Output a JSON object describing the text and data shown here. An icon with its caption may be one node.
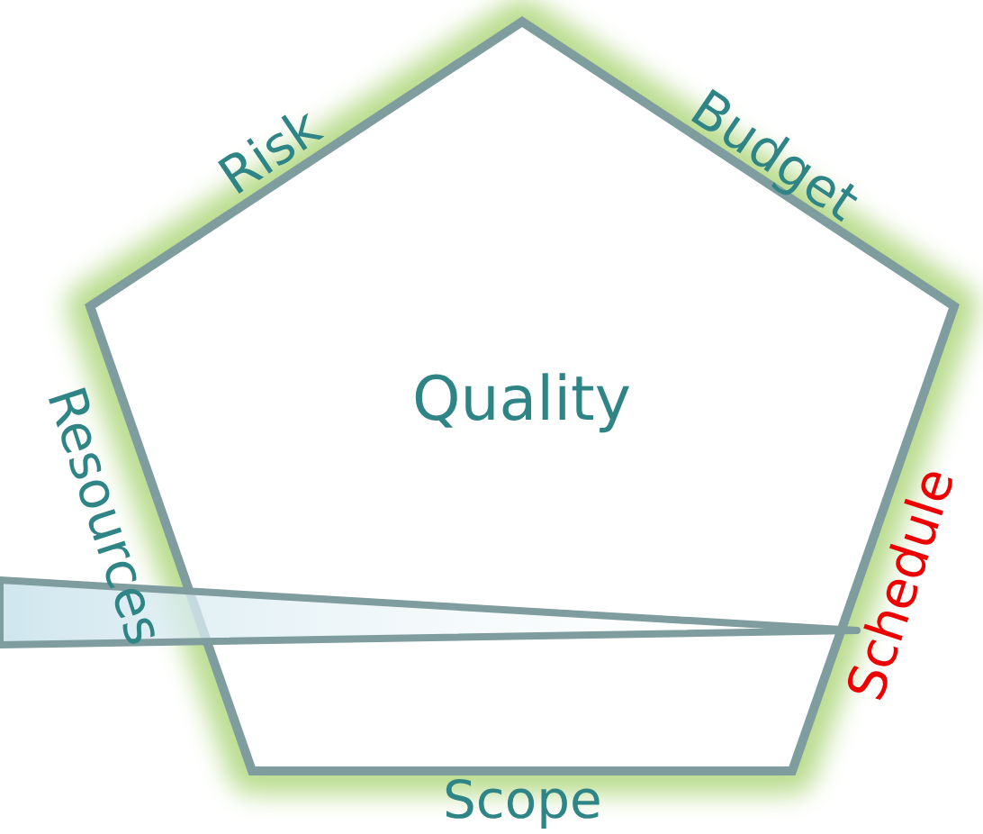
{
  "diagram": {
    "nodes": [
      {
        "text": [
          "Quality"
        ]
      },
      {
        "text": [],
        "shape": "wedge"
      }
    ],
    "edges": [],
    "labels": [
      "Risk",
      "Budget",
      "Resources",
      "Schedule",
      "Scope"
    ]
  }
}
